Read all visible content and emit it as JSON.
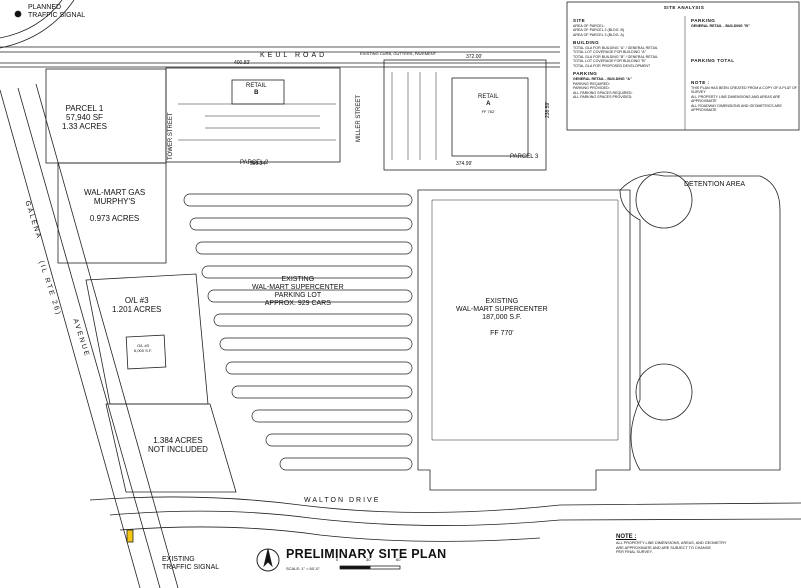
{
  "title": "PRELIMINARY SITE PLAN",
  "scale": "SCALE: 1\" = 60'-0\"",
  "scale_ticks": [
    "0",
    "30",
    "60"
  ],
  "roads": {
    "keul": "KEUL ROAD",
    "keul_note": "EXISTING CURB, GUTTERS, PAVEMENT",
    "walton": "WALTON DRIVE",
    "galena": "GALENA",
    "galena_sub": "(IL RTE 26)",
    "galena_avenue": "AVENUE",
    "tower": "TOWER STREET",
    "miller": "MILLER STREET"
  },
  "signals": {
    "planned": [
      "PLANNED",
      "TRAFFIC SIGNAL"
    ],
    "existing": [
      "EXISTING",
      "TRAFFIC SIGNAL"
    ]
  },
  "parcels": {
    "parcel1": [
      "PARCEL 1",
      "57,940 SF",
      "1.33 ACRES"
    ],
    "gas": [
      "WAL-MART GAS",
      "MURPHY'S",
      "0.973 ACRES"
    ],
    "ol3": [
      "O/L #3",
      "1.201 ACRES"
    ],
    "ol3_bldg": [
      "O/L #3",
      "6,000 S.F."
    ],
    "notincl": [
      "1.384 ACRES",
      "NOT INCLUDED"
    ],
    "parcel2": "PARCEL 2",
    "parcel3": "PARCEL 3",
    "retail_b": [
      "RETAIL",
      "B"
    ],
    "retail_a": [
      "RETAIL",
      "A",
      "FF 762'"
    ],
    "detention": "DETENTION AREA",
    "lot": [
      "EXISTING",
      "WAL-MART SUPERCENTER",
      "PARKING LOT",
      "APPROX. 929 CARS"
    ],
    "store": [
      "EXISTING",
      "WAL-MART SUPERCENTER",
      "187,000 S.F.",
      "FF 770'"
    ]
  },
  "dims": {
    "d1": "399.24'",
    "d2": "374.99'",
    "d3": "400.83'",
    "d4": "372.00'",
    "d5": "238.59'"
  },
  "panel": {
    "heading": "SITE ANALYSIS",
    "site": "SITE",
    "site_rows": [
      "AREA OF PARCEL:",
      "AREA OF PARCEL 2 (BLDG. B)",
      "AREA OF PARCEL 3 (BLDG. A)"
    ],
    "building": "BUILDING",
    "building_rows": [
      "TOTAL GLA FOR BUILDING \"A\" / GENERAL RETAIL",
      "TOTAL LOT COVERAGE FOR BUILDING \"A\"",
      "TOTAL GLA FOR BUILDING \"B\" / GENERAL RETAIL",
      "TOTAL LOT COVERAGE FOR BUILDING \"B\"",
      "TOTAL GLA FOR PROPOSED DEVELOPMENT"
    ],
    "parking": "PARKING",
    "gen_a": "GENERAL RETAIL - BUILDING \"A\"",
    "parking_rows": [
      "PARKING REQUIRED:",
      "PARKING PROVIDED:",
      "ALL PARKING SPACES REQUIRED:",
      "ALL PARKING SPACES PROVIDED:"
    ],
    "parking2": "PARKING",
    "gen_b": "GENERAL RETAIL - BUILDING \"B\"",
    "parking_total": "PARKING TOTAL",
    "note": "NOTE :",
    "notes": [
      "THIS PLAN HAS BEEN CREATED FROM A COPY OF A PLAT OF SURVEY",
      "ALL PROPERTY LINE DIMENSIONS AND AREAS ARE APPROXIMATE",
      "ALL ROADWAY DIMENSIONS AND GEOMETRICS ARE APPROXIMATE"
    ]
  },
  "bottom_note": {
    "heading": "NOTE :",
    "text": [
      "ALL PROPERTY LINE DIMENSIONS, AREAS, AND GEOMETRY",
      "ARE APPROXIMATE AND ARE SUBJECT TO CHANGE",
      "PER FINAL SURVEY."
    ]
  }
}
